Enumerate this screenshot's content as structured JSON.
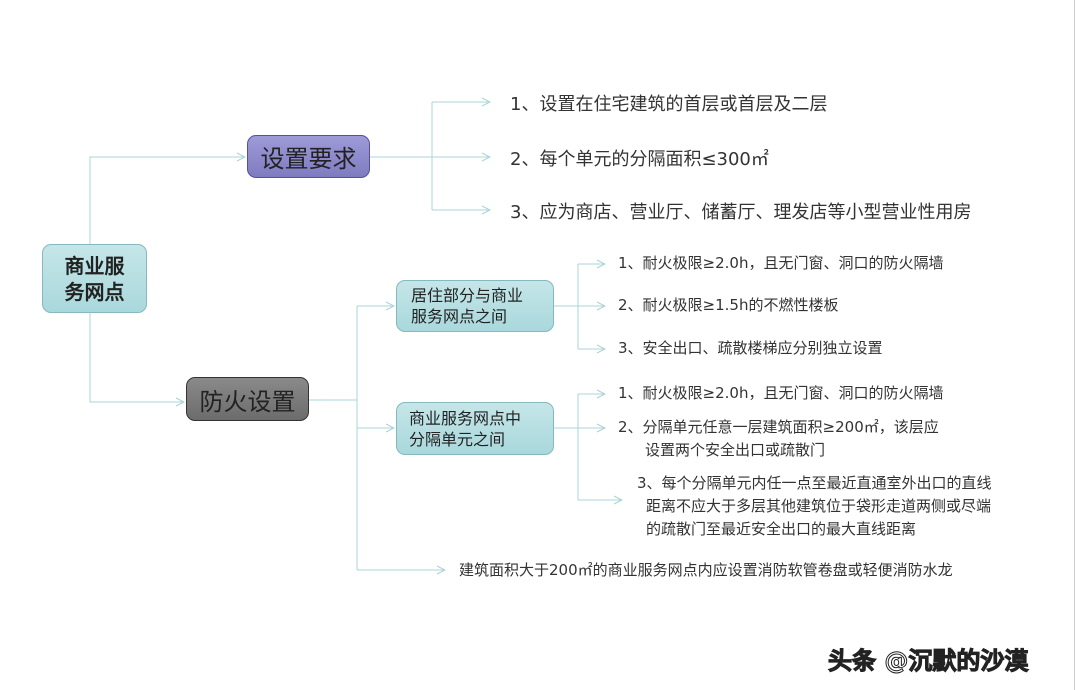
{
  "root": {
    "label_line1": "商业服",
    "label_line2": "务网点"
  },
  "setup": {
    "label": "设置要求",
    "items": [
      "1、设置在住宅建筑的首层或首层及二层",
      "2、每个单元的分隔面积≤300㎡",
      "3、应为商店、营业厅、储蓄厅、理发店等小型营业性用房"
    ]
  },
  "fire": {
    "label": "防火设置",
    "groupA": {
      "label_line1": "居住部分与商业",
      "label_line2": "服务网点之间",
      "items": [
        "1、耐火极限≥2.0h，且无门窗、洞口的防火隔墙",
        "2、耐火极限≥1.5h的不燃性楼板",
        "3、安全出口、疏散楼梯应分别独立设置"
      ]
    },
    "groupB": {
      "label_line1": "商业服务网点中",
      "label_line2": "分隔单元之间",
      "item1": "1、耐火极限≥2.0h，且无门窗、洞口的防火隔墙",
      "item2_line1": "2、分隔单元任意一层建筑面积≥200㎡，该层应",
      "item2_line2": "设置两个安全出口或疏散门",
      "item3_line1": "3、每个分隔单元内任一点至最近直通室外出口的直线",
      "item3_line2": "距离不应大于多层其他建筑位于袋形走道两侧或尽端",
      "item3_line3": "的疏散门至最近安全出口的最大直线距离"
    },
    "extra": "建筑面积大于200㎡的商业服务网点内应设置消防软管卷盘或轻便消防水龙"
  },
  "watermark": "头条 @沉默的沙漠",
  "colors": {
    "line": "#a8d4d8",
    "teal": "#b3dde0",
    "purple": "#8c89c9",
    "gray": "#7a7a7a"
  }
}
